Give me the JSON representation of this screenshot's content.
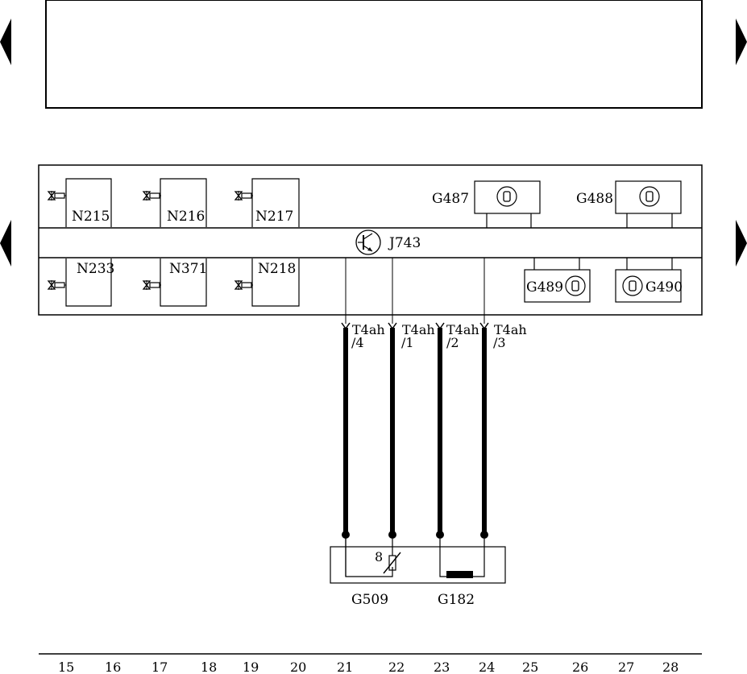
{
  "nav": {
    "prev_icon": "triangle-left-icon",
    "next_icon": "triangle-right-icon"
  },
  "title_box_text": "",
  "components": {
    "upper_solenoids": [
      "N215",
      "N216",
      "N217"
    ],
    "lower_solenoids": [
      "N233",
      "N371",
      "N218"
    ],
    "sensors": [
      "G487",
      "G488",
      "G489",
      "G490"
    ],
    "control_unit": "J743",
    "sensor_unit_labels": [
      "G509",
      "G182"
    ],
    "sensor_unit_number": "8"
  },
  "connectors": [
    {
      "name": "T4ah",
      "pin": "/4"
    },
    {
      "name": "T4ah",
      "pin": "/1"
    },
    {
      "name": "T4ah",
      "pin": "/2"
    },
    {
      "name": "T4ah",
      "pin": "/3"
    }
  ],
  "ruler": [
    "15",
    "16",
    "17",
    "18",
    "19",
    "20",
    "21",
    "22",
    "23",
    "24",
    "25",
    "26",
    "27",
    "28"
  ],
  "colors": {
    "line": "#000000",
    "background": "#ffffff"
  }
}
